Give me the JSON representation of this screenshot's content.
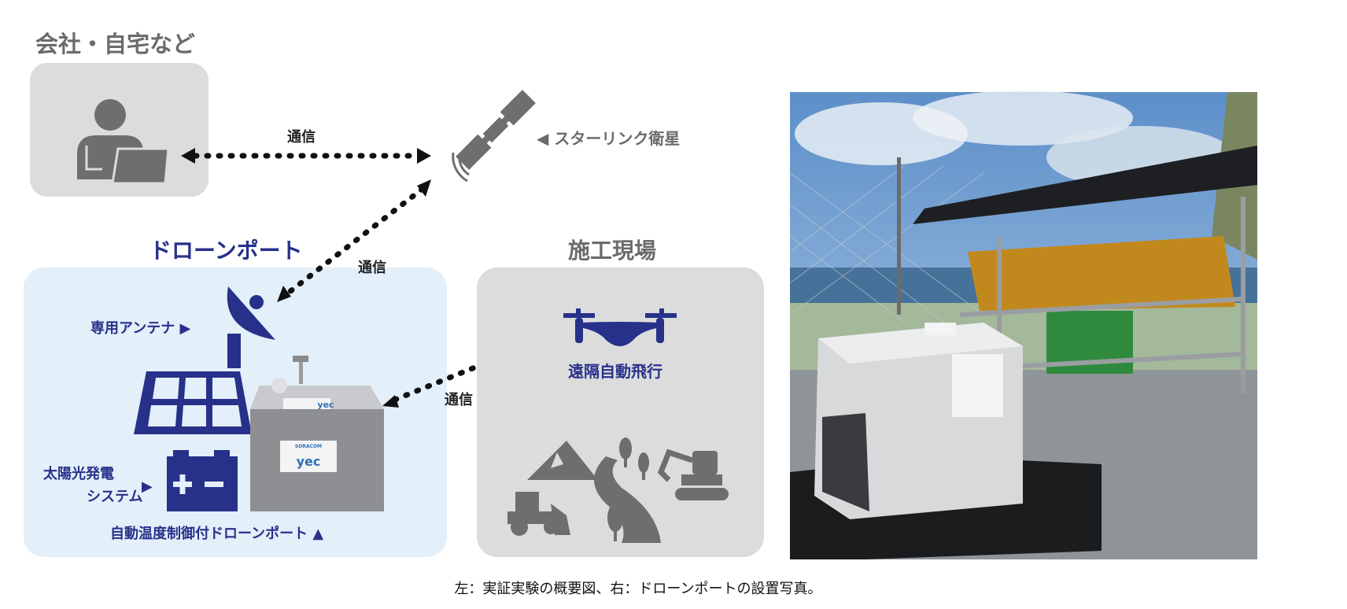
{
  "home": {
    "title": "会社・自宅など"
  },
  "satellite": {
    "label": "◀ スターリンク衛星"
  },
  "links": {
    "home_satellite": "通信",
    "satellite_port": "通信",
    "port_site": "通信"
  },
  "droneport": {
    "title": "ドローンポート",
    "antenna_label": "専用アンテナ ▶",
    "solar_label_1": "太陽光発電",
    "solar_label_2": "システム",
    "solar_arrow": "▶",
    "port_label": "自動温度制御付ドローンポート ▲",
    "box_logo_top": "yec",
    "box_logo_brand": "SORACOM",
    "box_logo_bottom": "yec"
  },
  "site": {
    "title": "施工現場",
    "drone_label": "遠隔自動飛行"
  },
  "caption": "左：実証実験の概要図、右：ドローンポートの設置写真。",
  "colors": {
    "navy": "#27318a",
    "gray_icon": "#6e6e6e",
    "gray_box": "#dcdcdc",
    "blue_box": "#e3eff9"
  }
}
